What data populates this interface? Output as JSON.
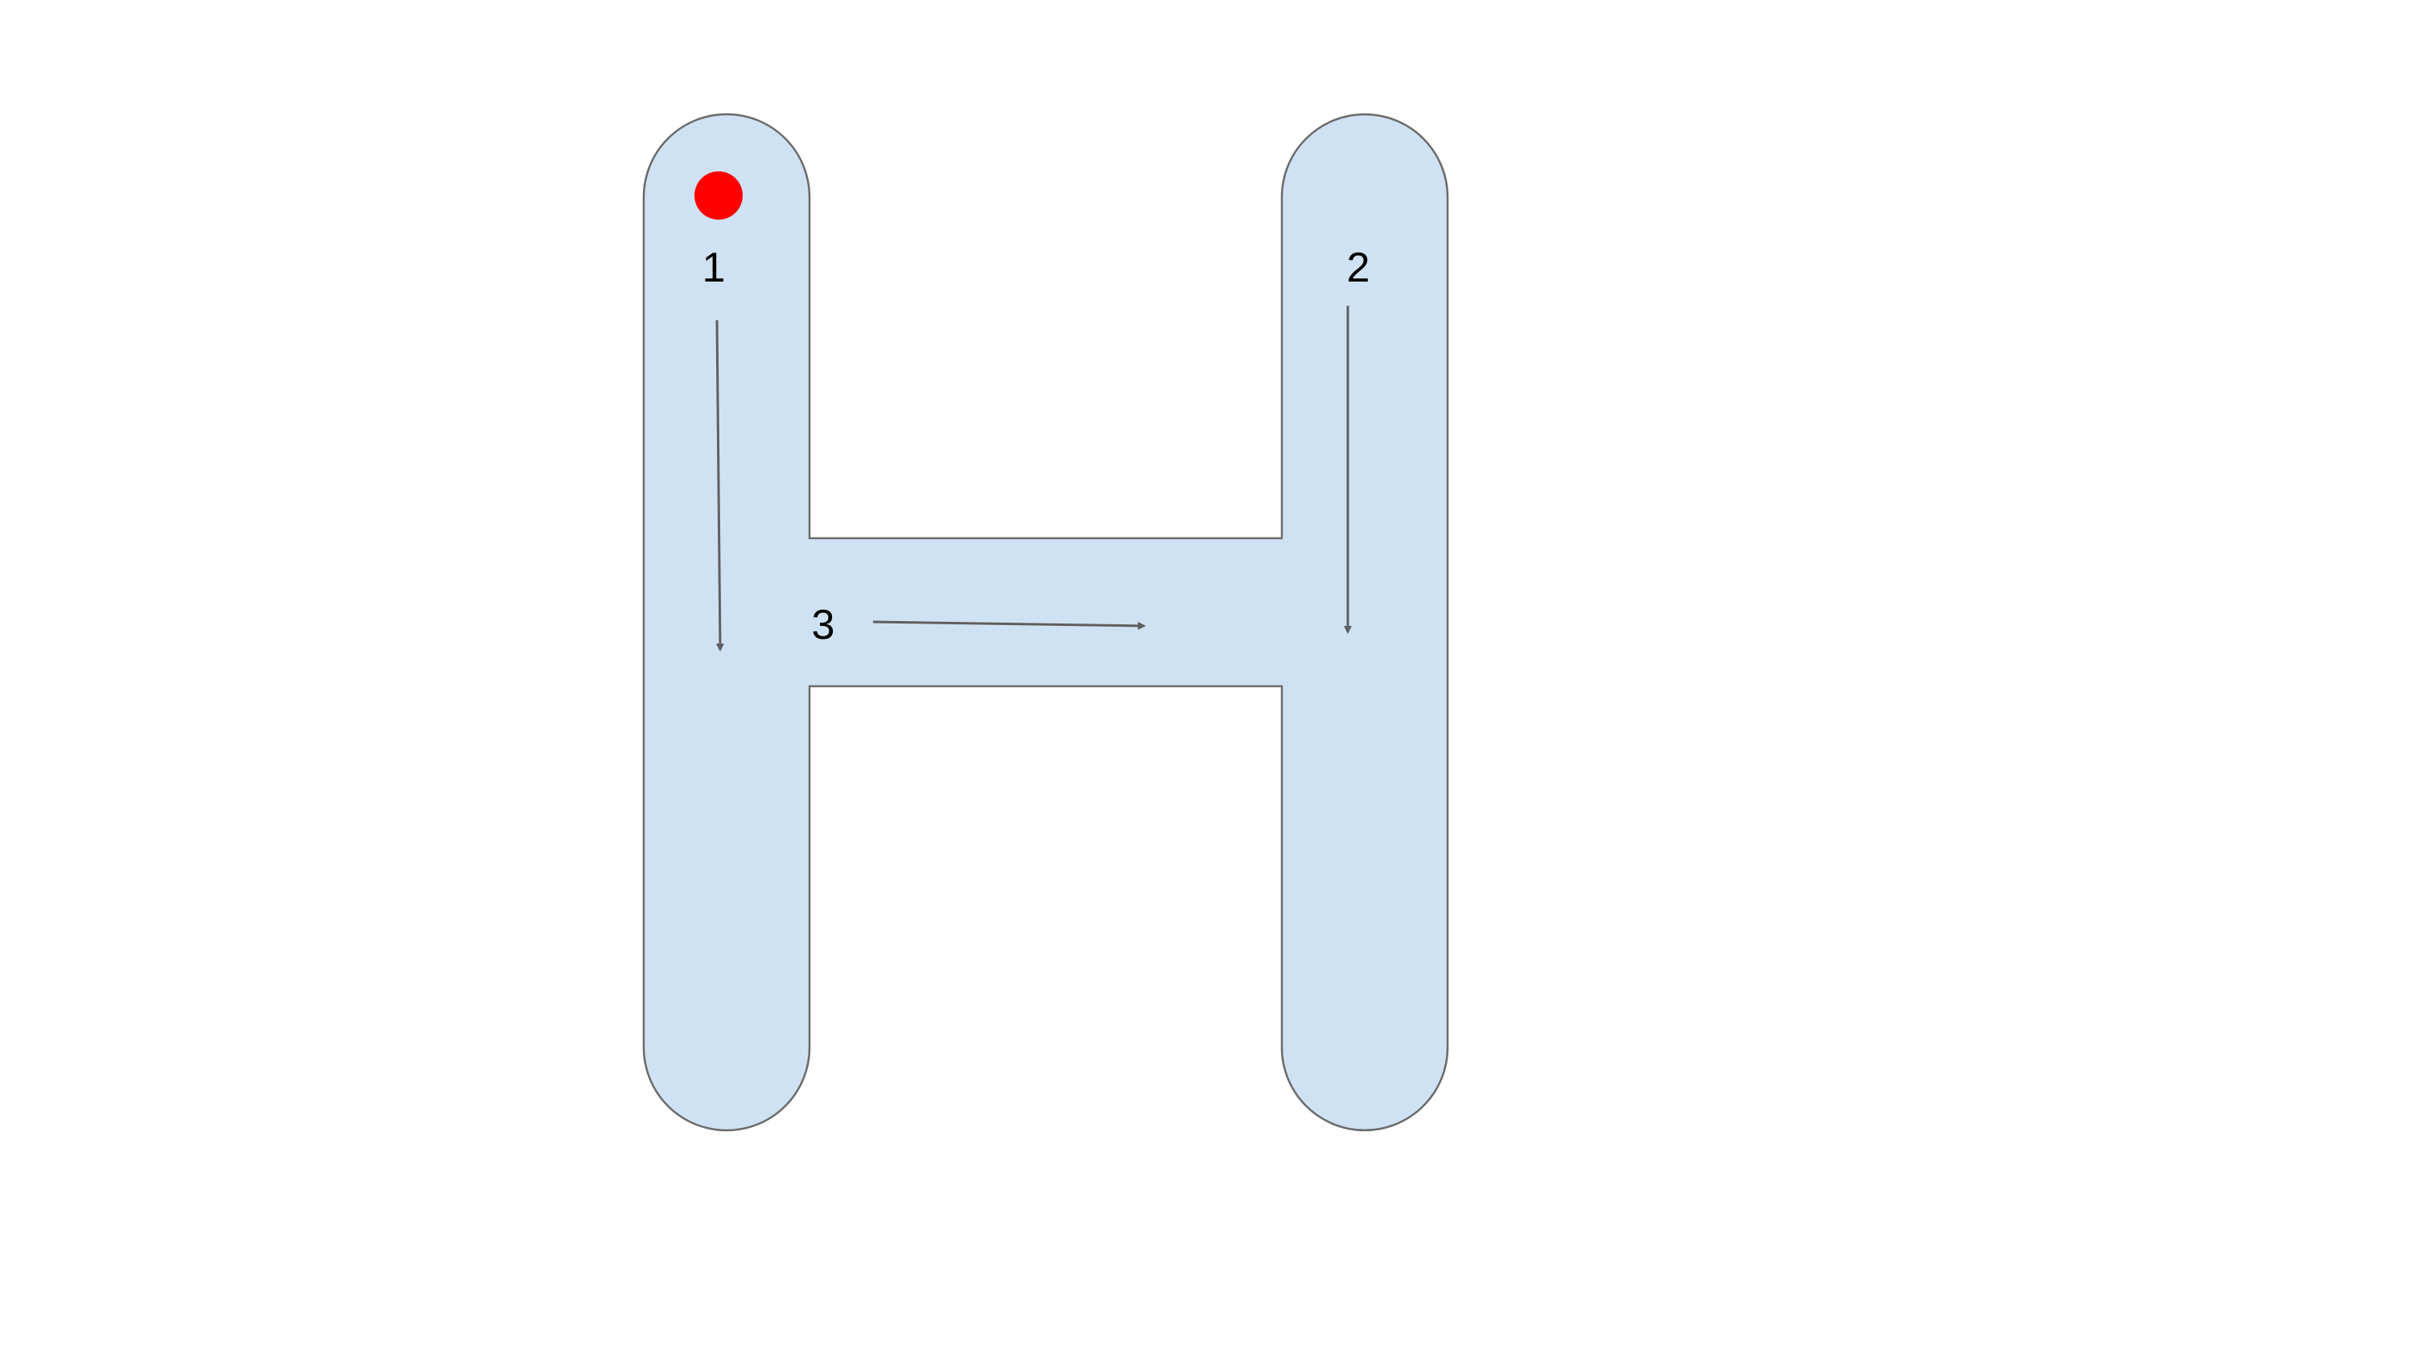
{
  "letter": {
    "fill_color": "#cfe2f3",
    "outline_color": "#6b6b6b"
  },
  "start_marker": {
    "color": "#ff0000"
  },
  "arrow_color": "#5f5f5f",
  "strokes": [
    {
      "label": "1",
      "direction": "down"
    },
    {
      "label": "2",
      "direction": "down"
    },
    {
      "label": "3",
      "direction": "right"
    }
  ]
}
